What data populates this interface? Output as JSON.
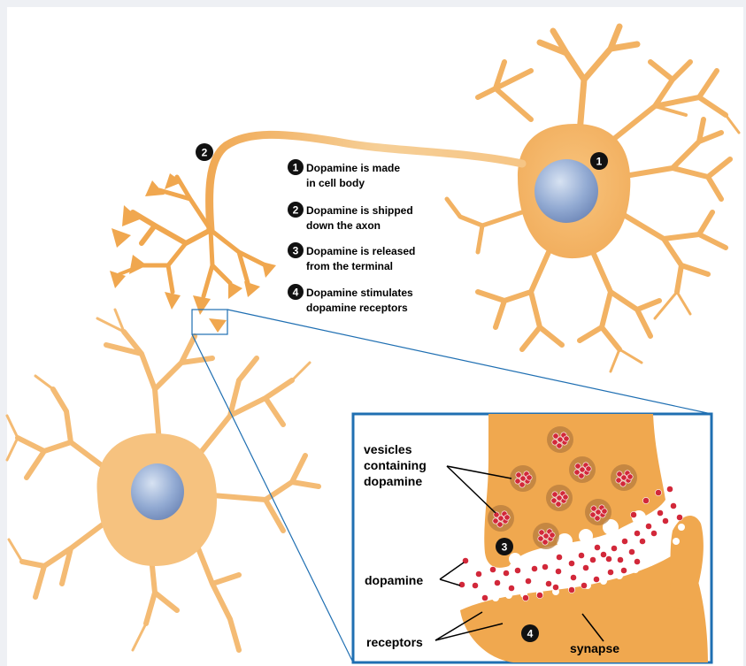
{
  "legend": [
    {
      "num": "1",
      "line1": "Dopamine is made",
      "line2": "in cell body"
    },
    {
      "num": "2",
      "line1": "Dopamine is shipped",
      "line2": "down the axon"
    },
    {
      "num": "3",
      "line1": "Dopamine is released",
      "line2": "from the terminal"
    },
    {
      "num": "4",
      "line1": "Dopamine stimulates",
      "line2": "dopamine receptors"
    }
  ],
  "markers": {
    "cell_body": "1",
    "axon": "2",
    "terminal": "3",
    "receptor": "4"
  },
  "inset_labels": {
    "vesicles_line1": "vesicles",
    "vesicles_line2": "containing",
    "vesicles_line3": "dopamine",
    "dopamine": "dopamine",
    "receptors": "receptors",
    "synapse": "synapse"
  },
  "colors": {
    "neuron_fill": "#f5b86b",
    "neuron_dark": "#e9a04a",
    "nucleus": "#8fa9d2",
    "inset_border": "#1f6fb2",
    "dopamine_dot": "#d2283a",
    "vesicle": "#b77c3e",
    "background": "#eef0f4"
  }
}
